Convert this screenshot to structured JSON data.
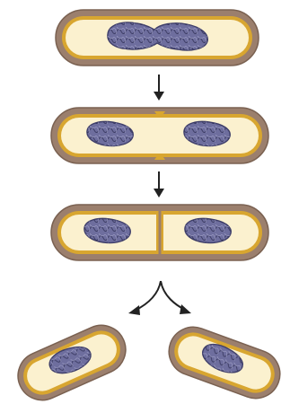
{
  "diagram": {
    "stages": [
      {
        "step": 1,
        "cells": 1,
        "nucleoid_lobes": 2,
        "septum": "none"
      },
      {
        "step": 2,
        "cells": 1,
        "nucleoid_lobes": 2,
        "septum": "beginning"
      },
      {
        "step": 3,
        "cells": 2,
        "nucleoid_lobes": 2,
        "septum": "complete"
      },
      {
        "step": 4,
        "cells": 2,
        "nucleoid_lobes": 2,
        "septum": "separated"
      }
    ],
    "arrows": [
      "down",
      "down",
      "split"
    ],
    "colors": {
      "wall": "#9b7f6d",
      "wall_edge": "#7a6151",
      "membrane": "#d8a630",
      "cytoplasm": "#fbf1cf",
      "nucleoid": "#6e6e9e",
      "nucleoid_edge": "#3f3f6a",
      "arrow": "#222222"
    }
  }
}
